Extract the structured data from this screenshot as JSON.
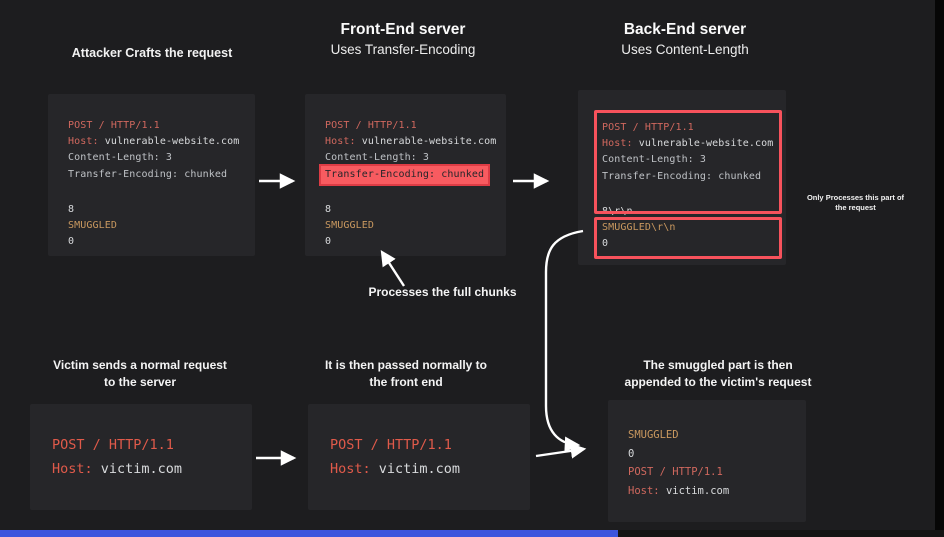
{
  "palette": {
    "background": "#1d1d1f",
    "panel": "#262629",
    "token_red": "#d0685e",
    "token_red_bright": "#e05a4a",
    "token_orange": "#c9985f",
    "token_white": "#d8dadc",
    "highlight_bg": "#f85b60",
    "highlight_border": "#dd3c45",
    "box_border": "#f7525c",
    "arrow": "#ffffff",
    "progress_blue": "#3c55dd"
  },
  "headers": {
    "attacker": "Attacker Crafts the request",
    "frontend": {
      "title": "Front-End server",
      "subtitle": "Uses Transfer-Encoding"
    },
    "backend": {
      "title": "Back-End server",
      "subtitle": "Uses Content-Length"
    }
  },
  "request": {
    "post_line": "POST / HTTP/1.1",
    "host_key": "Host:",
    "host_value": "vulnerable-website.com",
    "content_length": "Content-Length: 3",
    "transfer_encoding": "Transfer-Encoding: chunked",
    "chunk_size": "8",
    "smuggled": "SMUGGLED",
    "terminator": "0",
    "chunk_size_crlf": "8\\r\\n",
    "smuggled_crlf": "SMUGGLED\\r\\n"
  },
  "victim_request": {
    "post_line": "POST / HTTP/1.1",
    "host_key": "Host:",
    "host_value": "victim.com"
  },
  "smuggled_result": {
    "smuggled": "SMUGGLED",
    "zero": "0",
    "post_line": "POST / HTTP/1.1",
    "host_key": "Host:",
    "host_value": "victim.com"
  },
  "annotations": {
    "processes_full_chunks": "Processes the full chunks",
    "only_processes_line1": "Only Processes this part of",
    "only_processes_line2": "the request",
    "victim_sends_line1": "Victim sends a normal request",
    "victim_sends_line2": "to the server",
    "passed_normally_line1": "It is then passed normally to",
    "passed_normally_line2": "the front end",
    "smuggled_appended_line1": "The smuggled part is then",
    "smuggled_appended_line2": "appended to the victim's request"
  }
}
